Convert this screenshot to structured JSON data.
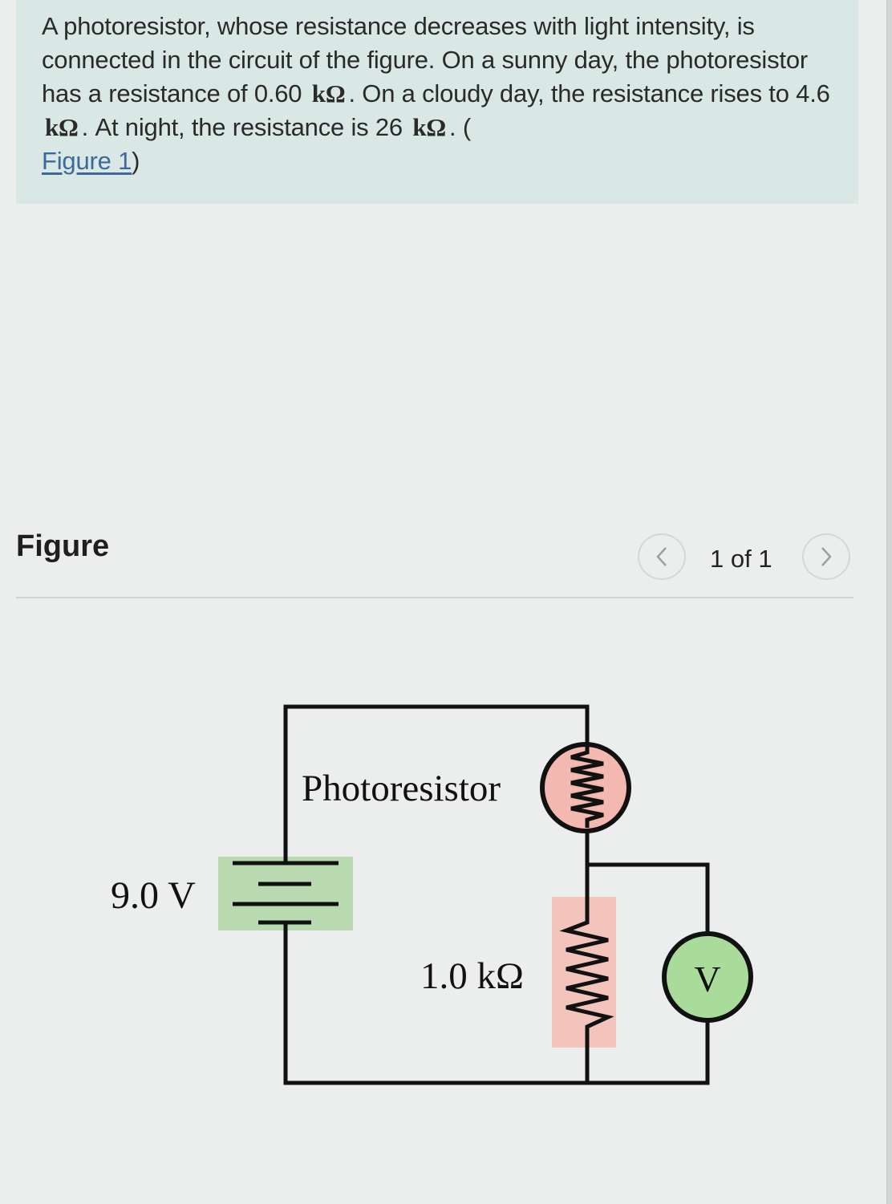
{
  "problem": {
    "text_1": "A photoresistor, whose resistance decreases with light intensity, is connected in the circuit of the figure. On a sunny day, the photoresistor has a resistance of 0.60",
    "unit_1": "kΩ",
    "text_2": ". On a cloudy day, the resistance rises to 4.6",
    "unit_2": "kΩ",
    "text_3": ". At night, the resistance is 26",
    "unit_3": "kΩ",
    "text_4": ". (",
    "figure_link": "Figure 1",
    "text_5": ")"
  },
  "figure_section": {
    "heading": "Figure",
    "page_counter": "1 of 1",
    "prev_icon": "chevron-left-icon",
    "next_icon": "chevron-right-icon"
  },
  "circuit": {
    "battery_label": "9.0 V",
    "photoresistor_label": "Photoresistor",
    "resistor_label": "1.0 kΩ",
    "voltmeter_label": "V",
    "colors": {
      "battery_highlight": "#b9d9b0",
      "resistor_highlight": "#f2c4bb",
      "photoresistor_fill": "#f3b8b0",
      "voltmeter_fill": "#a9dc9a",
      "wire": "#111111"
    }
  }
}
